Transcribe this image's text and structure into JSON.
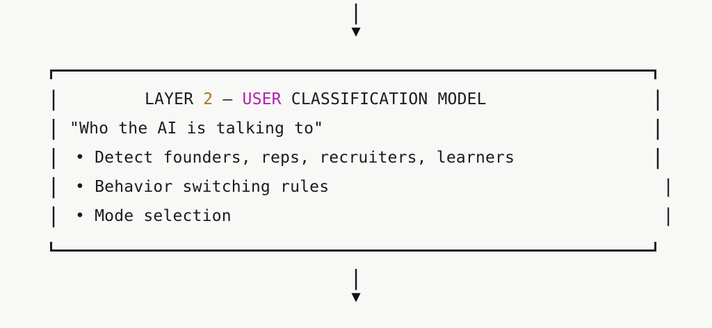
{
  "connectors": {
    "top": {
      "pipe": "|",
      "arrow": "▼"
    },
    "bottom": {
      "pipe": "|",
      "arrow": "▼"
    }
  },
  "box": {
    "border_chars": {
      "vertical": "|",
      "horizontal": "─",
      "corner_tl": "┌",
      "corner_tr": "┐",
      "corner_bl": "└",
      "corner_br": "┘"
    },
    "title": {
      "full": "LAYER 2 — USER CLASSIFICATION MODEL",
      "prefix": "LAYER ",
      "number": "2",
      "dash": " — ",
      "audience": "USER",
      "suffix": " CLASSIFICATION MODEL"
    },
    "subtitle": "\"Who the AI is talking to\"",
    "bullets": [
      {
        "marker": "•",
        "text": "Detect founders, reps, recruiters, learners"
      },
      {
        "marker": "•",
        "text": "Behavior switching rules"
      },
      {
        "marker": "•",
        "text": "Mode selection"
      }
    ],
    "rail_left": [
      "|",
      "|",
      "|",
      "|",
      "|"
    ],
    "rail_right": [
      "|",
      "|",
      "|",
      "|",
      "|"
    ]
  },
  "colors": {
    "background": "#f8f8f7",
    "text": "#1b1b1b",
    "accent_number": "#a3761d",
    "accent_audience": "#b01fb0",
    "border": "#1b1b1b"
  }
}
